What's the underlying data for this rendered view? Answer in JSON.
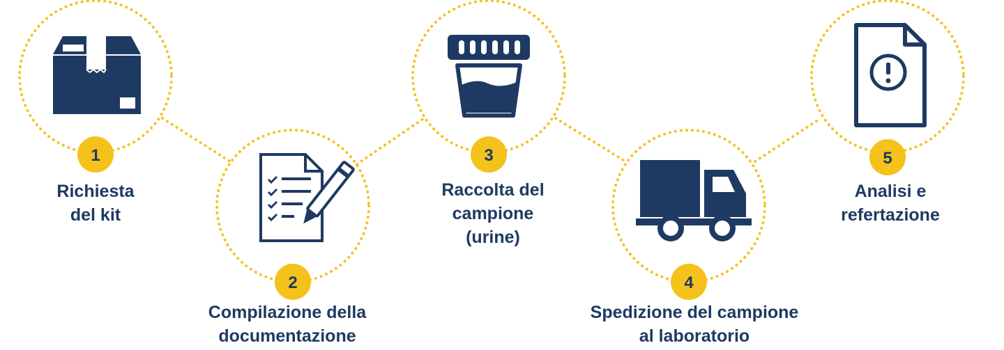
{
  "colors": {
    "navy": "#1e3a63",
    "gold": "#f5c21b",
    "white": "#ffffff"
  },
  "steps": [
    {
      "number": "1",
      "label_lines": [
        "Richiesta",
        "del kit"
      ],
      "icon": "box-icon"
    },
    {
      "number": "2",
      "label_lines": [
        "Compilazione della",
        "documentazione"
      ],
      "icon": "form-pen-icon"
    },
    {
      "number": "3",
      "label_lines": [
        "Raccolta del",
        "campione",
        "(urine)"
      ],
      "icon": "urine-cup-icon"
    },
    {
      "number": "4",
      "label_lines": [
        "Spedizione del campione",
        "al laboratorio"
      ],
      "icon": "truck-icon"
    },
    {
      "number": "5",
      "label_lines": [
        "Analisi e",
        "refertazione"
      ],
      "icon": "report-alert-icon"
    }
  ]
}
